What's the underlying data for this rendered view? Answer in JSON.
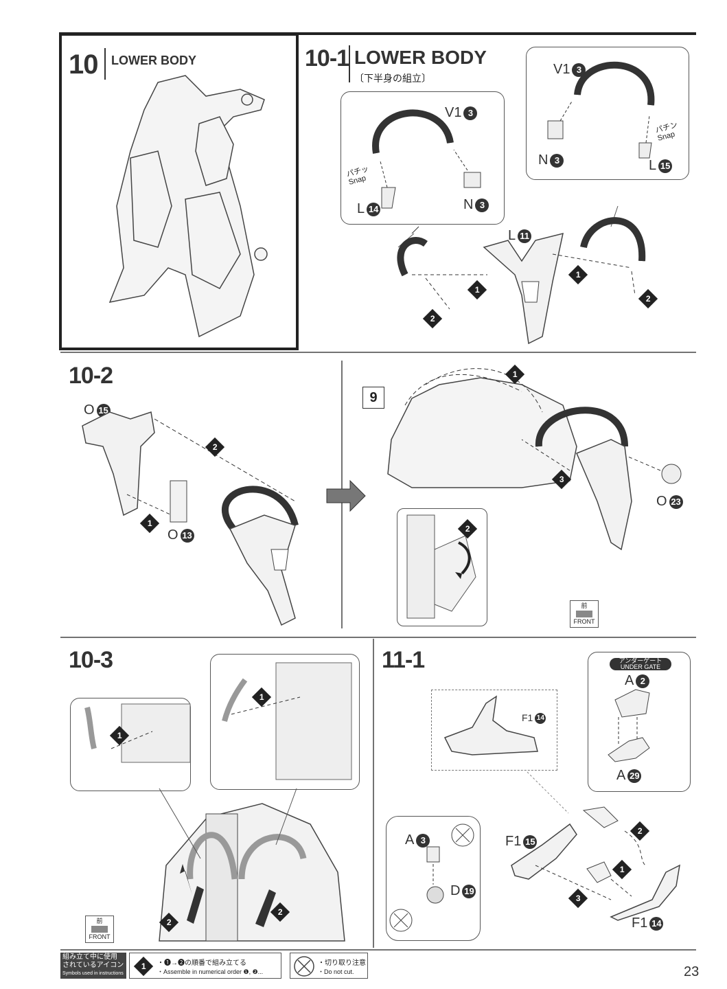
{
  "step10": {
    "number": "10",
    "title": "LOWER BODY"
  },
  "step10_1": {
    "number": "10-1",
    "title": "LOWER BODY",
    "subtitle": "〔下半身の組立〕",
    "left_callout": {
      "v1": "V1",
      "v1_num": "3",
      "snap_jp": "パチッ",
      "snap_en": "Snap",
      "l": "L",
      "l_num": "14",
      "n": "N",
      "n_num": "3"
    },
    "right_callout": {
      "v1": "V1",
      "v1_num": "3",
      "snap_jp": "パチン",
      "snap_en": "Snap",
      "n": "N",
      "n_num": "3",
      "l": "L",
      "l_num": "15"
    },
    "part_l": "L",
    "part_l_num": "11",
    "steps": [
      "1",
      "1",
      "2",
      "2"
    ]
  },
  "step10_2": {
    "number": "10-2",
    "o15": "O",
    "o15_num": "15",
    "o13": "O",
    "o13_num": "13",
    "o23": "O",
    "o23_num": "23",
    "box_9": "9",
    "steps": [
      "1",
      "2",
      "1",
      "2",
      "3"
    ],
    "front_jp": "前",
    "front_en": "FRONT"
  },
  "step10_3": {
    "number": "10-3",
    "steps": [
      "1",
      "1",
      "2",
      "2"
    ],
    "front_jp": "前",
    "front_en": "FRONT"
  },
  "step11_1": {
    "number": "11-1",
    "under_gate_jp": "アンダーゲート",
    "under_gate_en": "UNDER GATE",
    "a2": "A",
    "a2_num": "2",
    "a29": "A",
    "a29_num": "29",
    "f1_14_top": "F1",
    "f1_14_top_num": "14",
    "a3": "A",
    "a3_num": "3",
    "d19": "D",
    "d19_num": "19",
    "f1_15": "F1",
    "f1_15_num": "15",
    "f1_14": "F1",
    "f1_14_num": "14",
    "steps": [
      "2",
      "1",
      "3"
    ]
  },
  "legend": {
    "title_jp_1": "組み立て中に使用",
    "title_jp_2": "されているアイコン",
    "title_en": "Symbols used in instructions",
    "order_jp": "・❶→❷の順番で組み立てる",
    "order_en": "・Assemble in numerical order ❶, ❷...",
    "cut_jp": "・切り取り注意",
    "cut_en": "・Do not cut."
  },
  "page_number": "23"
}
